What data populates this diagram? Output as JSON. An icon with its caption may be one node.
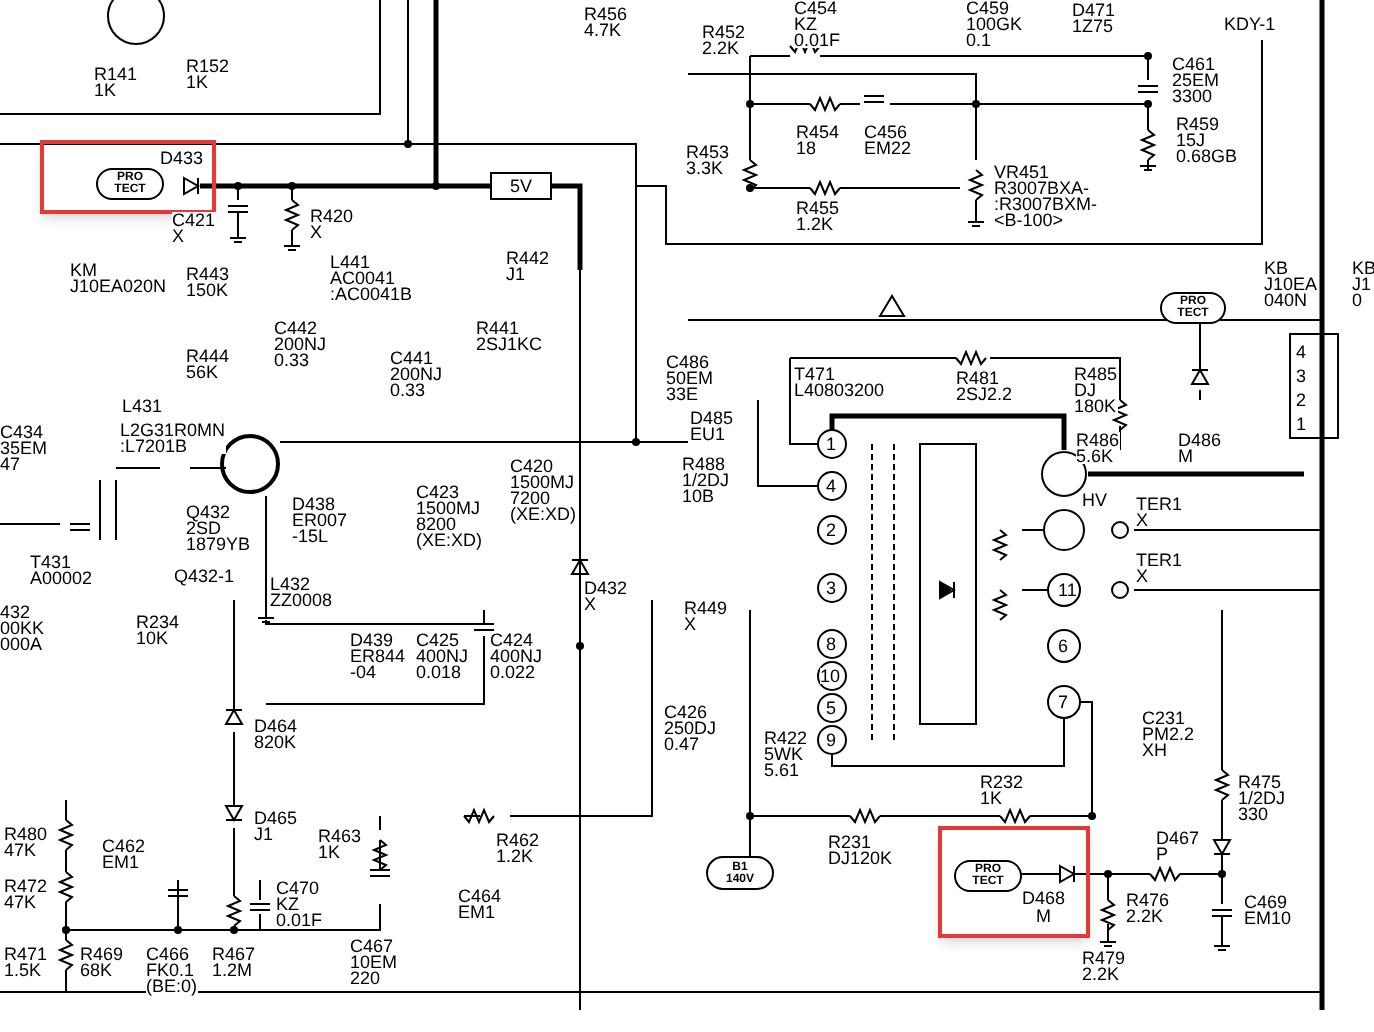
{
  "diagram": {
    "nodes": [
      {
        "text": [
          "D433"
        ]
      },
      {
        "text": [
          "PRO TECT"
        ],
        "in": 0
      },
      {
        "text": [
          "5V"
        ]
      },
      {
        "text": [
          "PRO TECT"
        ]
      },
      {
        "text": [
          "D468 M"
        ]
      },
      {
        "text": [
          "PRO TECT"
        ],
        "in": 4
      },
      {
        "text": [
          "B1 140V"
        ]
      }
    ],
    "labels": [
      "R141 1K",
      "R152 1K",
      "R456 4.7K",
      "C454 KZ 0.01F",
      "C459 100GK 0.1",
      "D471 1Z75",
      "R452 2.2K",
      "KDY-1",
      "C461 25EM 3300",
      "R454 18",
      "C456 EM22",
      "R453 3.3K",
      "R459 15J 0.68GB",
      "R455 1.2K",
      "VR451 R3007BXA- :R3007BXM- <B-100>",
      "C421 X",
      "R420 X",
      "KM J10EA020N",
      "R443 150K",
      "L441 AC0041 :AC0041B",
      "R442 J1",
      "C442 200NJ 0.33",
      "R441 2SJ1KC",
      "R444 56K",
      "C441 200NJ 0.33",
      "KB J10EA 040N",
      "KB J1 0",
      "C486 50EM 33E",
      "T471 L40803200",
      "R481 2SJ2.2",
      "R485 DJ 180K",
      "D485 EU1",
      "R486 5.6K",
      "D486 M",
      "4",
      "3",
      "2",
      "1",
      "L431",
      "L2G31R0MN :L7201B",
      "C434 35EM 47",
      "R488 1/2DJ 10B",
      "HV",
      "TER1 X",
      "TER1 X",
      "Q432 2SD 1879YB",
      "D438 ER007 -15L",
      "C423 1500MJ 8200 (XE:XD)",
      "C420 1500MJ 7200 (XE:XD)",
      "T431 A00002",
      "Q432-1",
      "L432 ZZ0008",
      "D432 X",
      "432 00KK 000A",
      "R234 10K",
      "R449 X",
      "D439 ER844 -04",
      "C425 400NJ 0.018",
      "C424 400NJ 0.022",
      "1",
      "4",
      "2",
      "3",
      "11",
      "8",
      "6",
      "10",
      "5",
      "9",
      "7",
      "D464 820K",
      "C426 250DJ 0.47",
      "R422 5WK 5.61",
      "C231 PM2.2 XH",
      "R232 1K",
      "R475 1/2DJ 330",
      "R480 47K",
      "C462 EM1",
      "D465 J1",
      "R463 1K",
      "R462 1.2K",
      "R231 DJ120K",
      "D467 P",
      "R472 47K",
      "C470 KZ 0.01F",
      "C464 EM1",
      "R476 2.2K",
      "C469 EM10",
      "R471 1.5K",
      "R469 68K",
      "C466 FK0.1 (BE:0)",
      "R467 1.2M",
      "C467 10EM 220",
      "R479 2.2K"
    ]
  }
}
